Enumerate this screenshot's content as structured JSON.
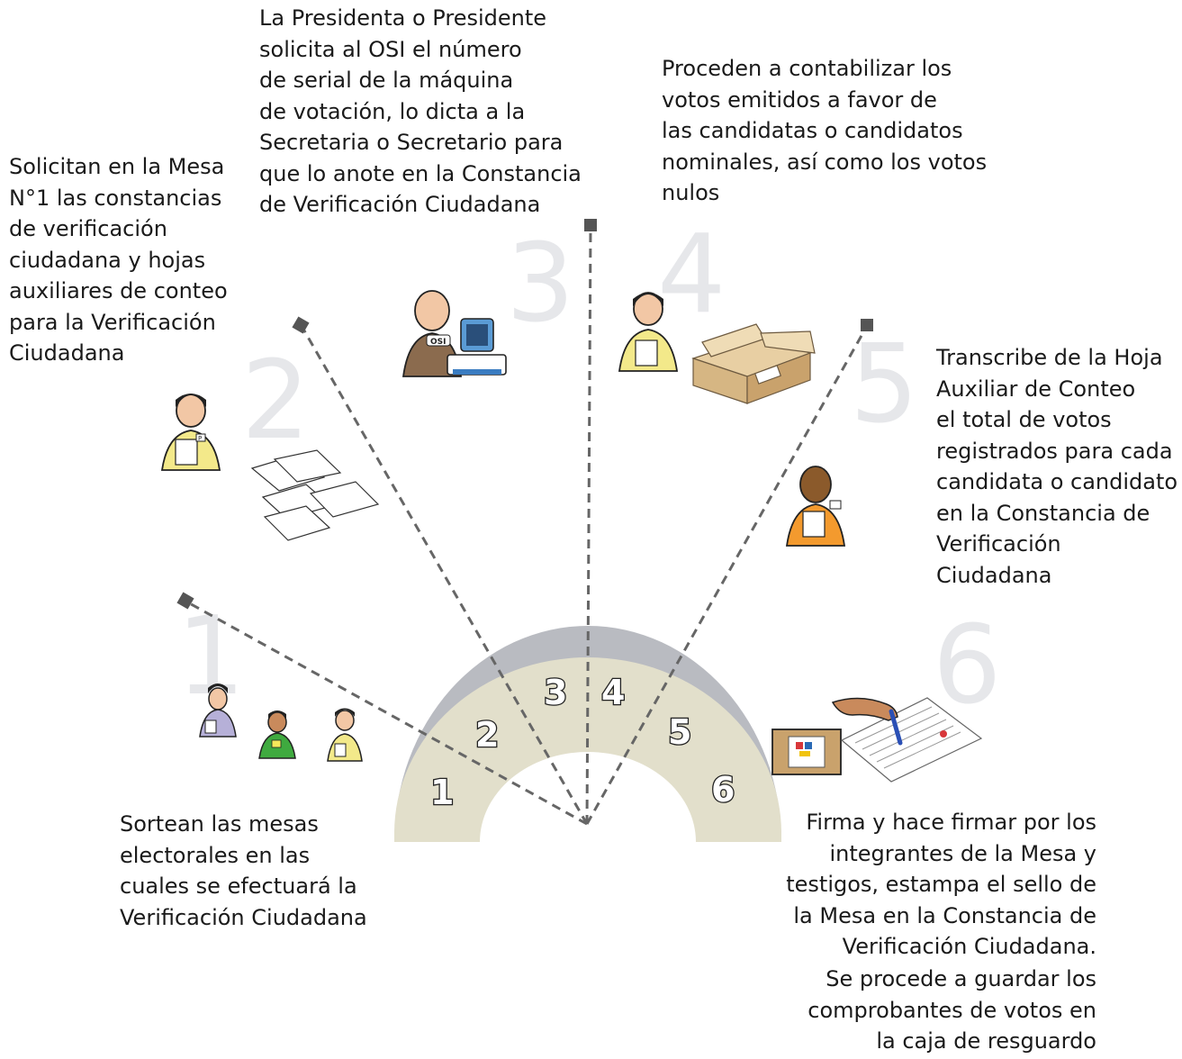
{
  "steps": [
    {
      "number": "1",
      "text": "Sortean las mesas\nelectorales en las\ncuales se efectuará la\nVerificación Ciudadana"
    },
    {
      "number": "2",
      "text": "Solicitan en la Mesa\nN°1 las constancias\nde verificación\nciudadana y hojas\nauxiliares de conteo\npara la Verificación\nCiudadana"
    },
    {
      "number": "3",
      "text": "La Presidenta o Presidente\nsolicita al OSI el número\nde serial de la máquina\nde votación, lo dicta a la\nSecretaria o Secretario para\nque lo anote en la Constancia\nde Verificación Ciudadana"
    },
    {
      "number": "4",
      "text": "Proceden a contabilizar los\nvotos emitidos a favor de\nlas candidatas o candidatos\nnominales, así como los votos\nnulos"
    },
    {
      "number": "5",
      "text": "Transcribe de la Hoja\nAuxiliar de Conteo\nel total de votos\nregistrados para cada\ncandidata o candidato\nen la Constancia de\nVerificación Ciudadana"
    },
    {
      "number": "6",
      "text": "Firma y hace firmar por los\nintegrantes de la Mesa y\ntestigos, estampa el sello de\nla Mesa en la Constancia de\nVerificación Ciudadana.",
      "text_extra": "Se procede a guardar los\ncomprobantes de votos en\nla caja de resguardo"
    }
  ],
  "labels": {
    "osi_badge": "OSI",
    "badge_p": "P"
  },
  "colors": {
    "arc_outer": "#b9bbc1",
    "arc_inner": "#e2dfcb",
    "big_number": "#e6e7ea",
    "connector": "#666666",
    "shirt_yellow": "#f3e98a",
    "shirt_brown": "#8b6b4e",
    "shirt_orange": "#f39a2e",
    "shirt_green": "#3faa3f",
    "shirt_lilac": "#b6b0d8"
  }
}
